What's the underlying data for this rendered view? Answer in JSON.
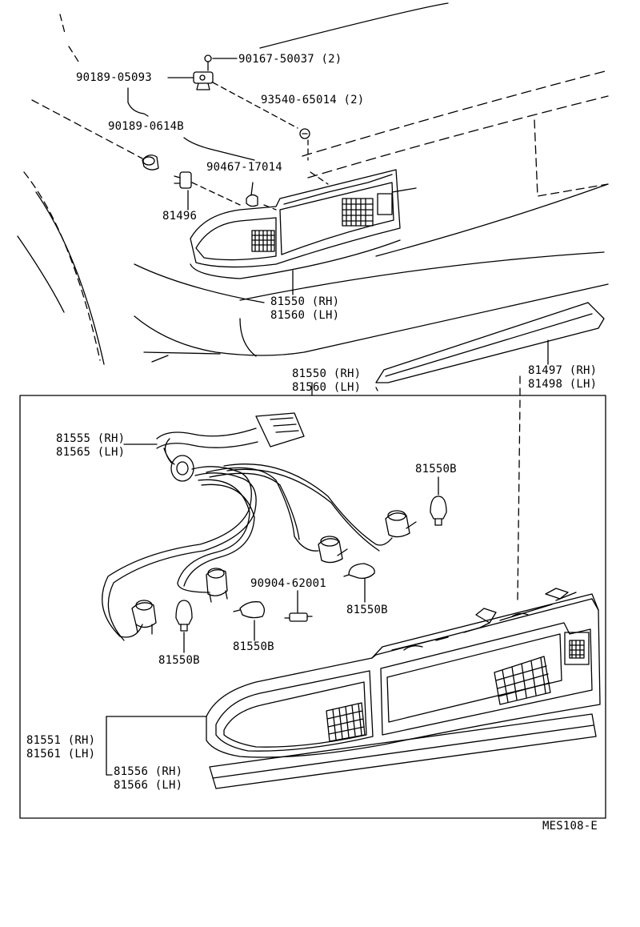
{
  "diagram_id": "MES108-E",
  "callouts": {
    "p90167": "90167-50037 (2)",
    "p90189_05093": "90189-05093",
    "p93540": "93540-65014 (2)",
    "p90189_0614B": "90189-0614B",
    "p90467": "90467-17014",
    "p81496": "81496",
    "p81550_rh": "81550 (RH)",
    "p81560_lh": "81560 (LH)",
    "box_rh": "81550 (RH)",
    "box_lh": "81560 (LH)",
    "p81497_rh": "81497 (RH)",
    "p81498_lh": "81498 (LH)",
    "p81555_rh": "81555 (RH)",
    "p81565_lh": "81565 (LH)",
    "bulb_a": "81550B",
    "p90904": "90904-62001",
    "bulb_b": "81550B",
    "bulb_c": "81550B",
    "bulb_d": "81550B",
    "p81551_rh": "81551 (RH)",
    "p81561_lh": "81561 (LH)",
    "p81556_rh": "81556 (RH)",
    "p81566_lh": "81566 (LH)"
  }
}
